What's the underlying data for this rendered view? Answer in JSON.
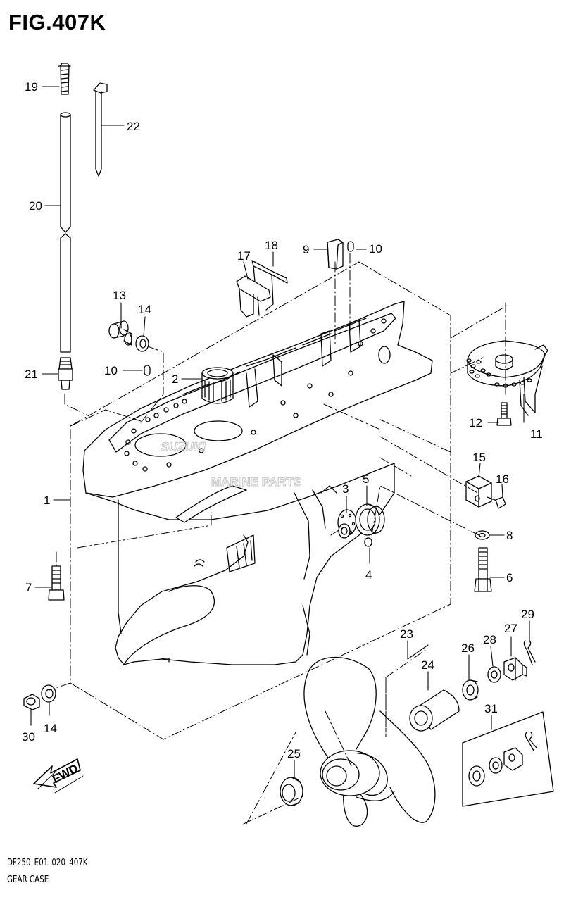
{
  "figure": {
    "title": "FIG.407K",
    "model_code": "DF250_E01_020_407K",
    "name": "GEAR CASE",
    "fwd_label": "FWD",
    "watermark": {
      "line1": "SUZUKI",
      "line2": "MARINE PARTS"
    }
  },
  "callouts": {
    "c1": "1",
    "c2": "2",
    "c3": "3",
    "c4": "4",
    "c5": "5",
    "c6": "6",
    "c7": "7",
    "c8": "8",
    "c9": "9",
    "c10a": "10",
    "c10b": "10",
    "c11": "11",
    "c12": "12",
    "c13": "13",
    "c14a": "14",
    "c14b": "14",
    "c15": "15",
    "c16": "16",
    "c17": "17",
    "c18": "18",
    "c19": "19",
    "c20": "20",
    "c21": "21",
    "c22": "22",
    "c23": "23",
    "c24": "24",
    "c25": "25",
    "c26": "26",
    "c27": "27",
    "c28": "28",
    "c29": "29",
    "c30": "30",
    "c31": "31"
  },
  "colors": {
    "line": "#000000",
    "background": "#ffffff",
    "watermark": "#c9c9c9"
  }
}
